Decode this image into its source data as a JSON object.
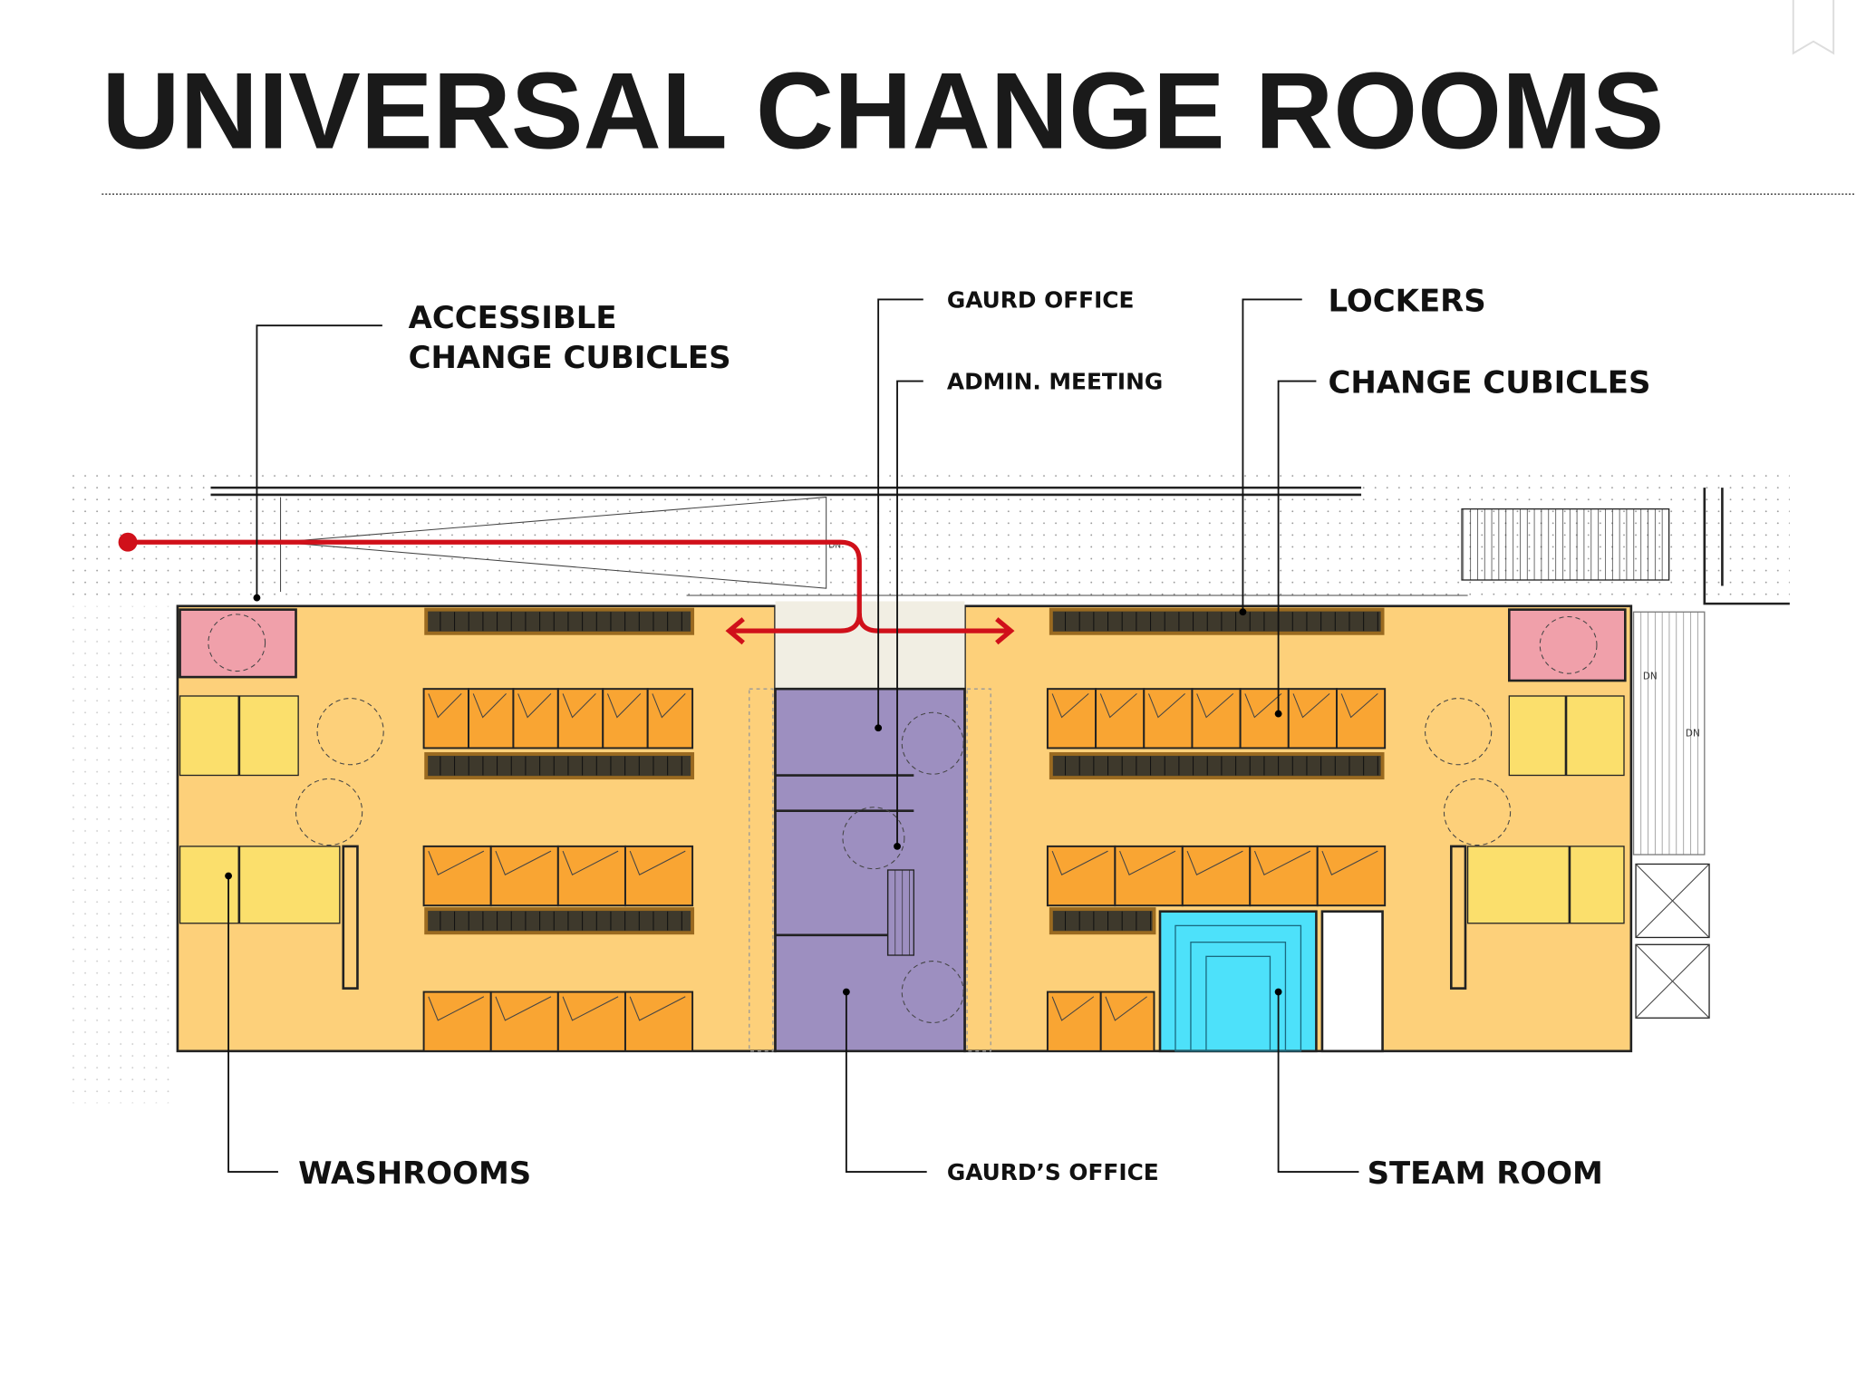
{
  "title": "UNIVERSAL CHANGE ROOMS",
  "labels": {
    "accessible_line1": "ACCESSIBLE",
    "accessible_line2": "CHANGE CUBICLES",
    "guard_office": "GAURD OFFICE",
    "admin_meeting": "ADMIN. MEETING",
    "lockers": "LOCKERS",
    "change_cubicles": "CHANGE CUBICLES",
    "washrooms": "WASHROOMS",
    "guards_office": "GAURD’S OFFICE",
    "steam_room": "STEAM ROOM"
  },
  "plan_marks": {
    "stair_down_1": "DN",
    "stair_down_2": "DN",
    "stair_down_3": "DN"
  },
  "colors": {
    "change_area": "#FDD07A",
    "cubicle": "#F9A533",
    "accessible": "#F0A0AA",
    "washroom": "#FBDF6C",
    "guard": "#9D8FC0",
    "entry": "#F1EEE3",
    "steam": "#4DE1FA",
    "locker": "#3E392C",
    "route": "#D0101A"
  }
}
